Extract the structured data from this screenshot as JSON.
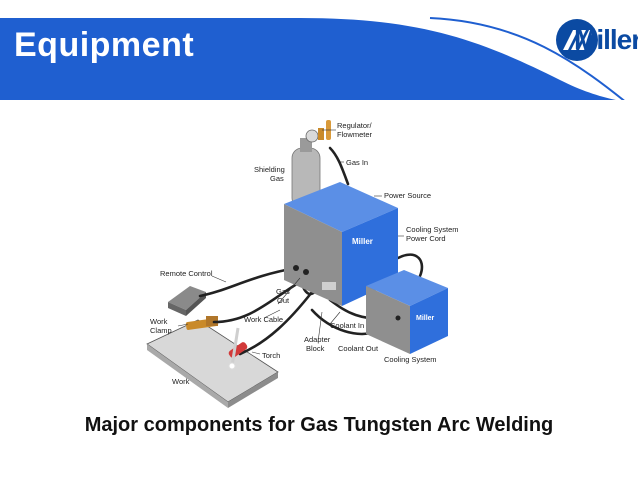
{
  "header": {
    "title": "Equipment",
    "brand": "Miller",
    "colors": {
      "accent_blue": "#1f5fd0",
      "logo_blue": "#0b4aa2",
      "machine_blue": "#2f6fdc"
    }
  },
  "diagram": {
    "labels": {
      "regulator": "Regulator/",
      "flowmeter": "Flowmeter",
      "gas_in": "Gas In",
      "shielding": "Shielding",
      "gas": "Gas",
      "power_source": "Power Source",
      "cooling_power_1": "Cooling System",
      "cooling_power_2": "Power Cord",
      "remote_control": "Remote Control",
      "gas_out_1": "Gas",
      "gas_out_2": "Out",
      "work_clamp_1": "Work",
      "work_clamp_2": "Clamp",
      "work_cable": "Work Cable",
      "coolant_in": "Coolant In",
      "adapter_1": "Adapter",
      "adapter_2": "Block",
      "coolant_out": "Coolant Out",
      "torch": "Torch",
      "work": "Work",
      "cooling_system": "Cooling System"
    },
    "machine_brand": "Miller"
  },
  "caption": "Major components for Gas Tungsten Arc Welding"
}
